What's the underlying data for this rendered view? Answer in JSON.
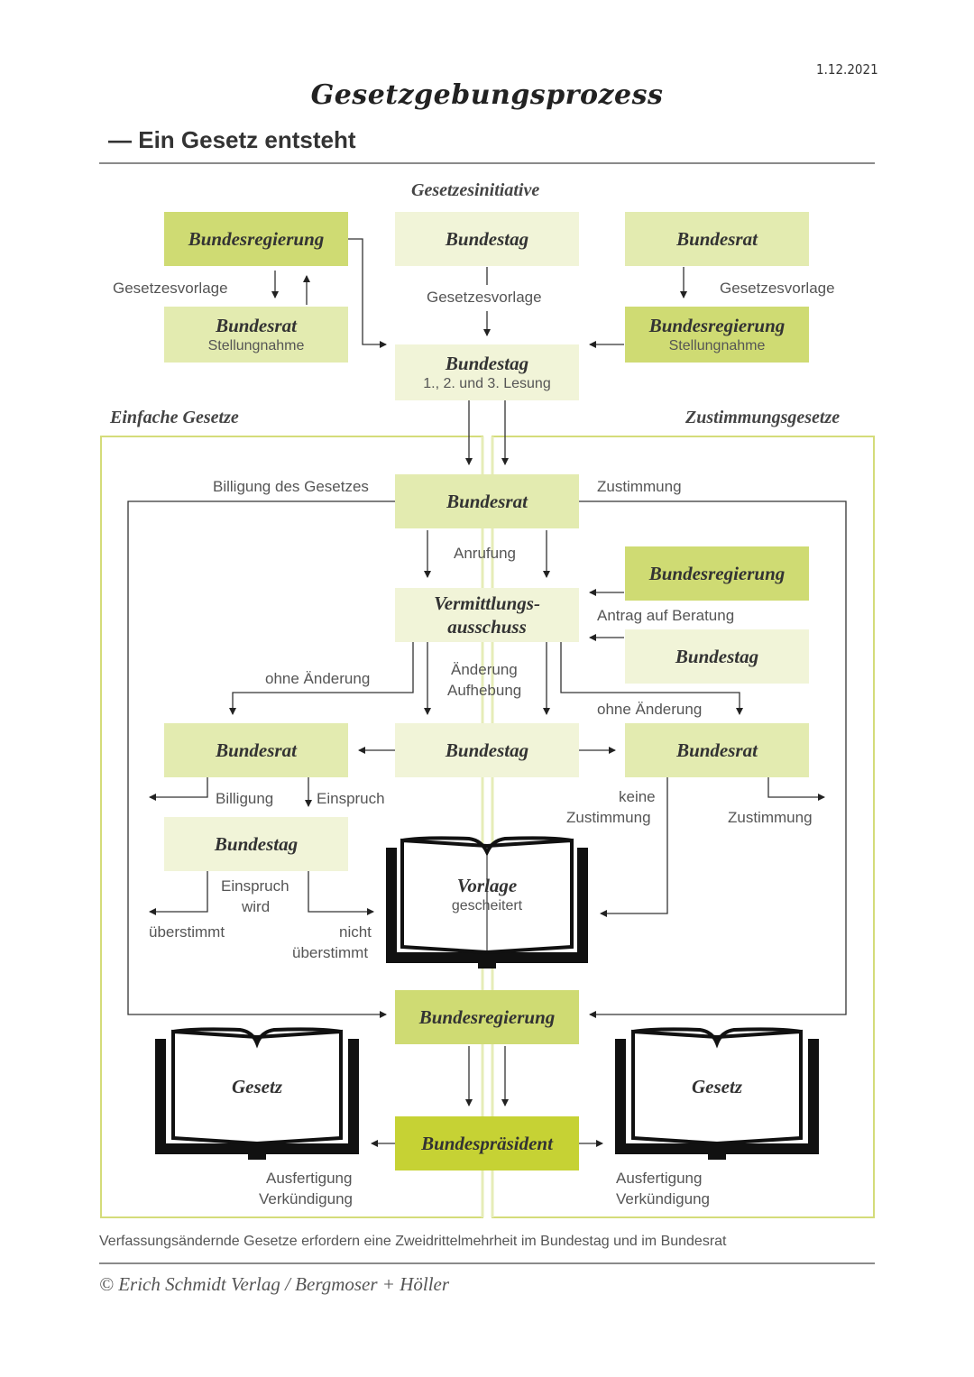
{
  "date": "1.12.2021",
  "title": "Gesetzgebungsprozess",
  "subtitle": "— Ein Gesetz entsteht",
  "sections": {
    "initiative": "Gesetzesinitiative",
    "simple": "Einfache Gesetze",
    "consent": "Zustimmungsgesetze"
  },
  "nodes": {
    "breg_top": {
      "title": "Bundesregierung"
    },
    "btag_top": {
      "title": "Bundestag"
    },
    "brat_top": {
      "title": "Bundesrat"
    },
    "brat_opinion": {
      "title": "Bundesrat",
      "sub": "Stellungnahme"
    },
    "breg_opinion": {
      "title": "Bundesregierung",
      "sub": "Stellungnahme"
    },
    "btag_reading": {
      "title": "Bundestag",
      "sub": "1., 2. und 3. Lesung"
    },
    "brat_main": {
      "title": "Bundesrat"
    },
    "breg_request": {
      "title": "Bundesregierung"
    },
    "vermittlung": {
      "title1": "Vermittlungs-",
      "title2": "ausschuss"
    },
    "btag_request": {
      "title": "Bundestag"
    },
    "brat_left": {
      "title": "Bundesrat"
    },
    "btag_mid": {
      "title": "Bundestag"
    },
    "brat_right": {
      "title": "Bundesrat"
    },
    "btag_left": {
      "title": "Bundestag"
    },
    "vorlage": {
      "title": "Vorlage",
      "sub": "gescheitert"
    },
    "breg_bottom": {
      "title": "Bundesregierung"
    },
    "gesetz_left": {
      "title": "Gesetz"
    },
    "gesetz_right": {
      "title": "Gesetz"
    },
    "bpraes": {
      "title": "Bundespräsident"
    }
  },
  "labels": {
    "vorlage_left": "Gesetzesvorlage",
    "vorlage_mid": "Gesetzesvorlage",
    "vorlage_right": "Gesetzesvorlage",
    "billigung_gesetz": "Billigung des Gesetzes",
    "zustimmung_top": "Zustimmung",
    "anrufung": "Anrufung",
    "antrag": "Antrag auf Beratung",
    "ohne_aenderung_left": "ohne Änderung",
    "aenderung": "Änderung",
    "aufhebung": "Aufhebung",
    "ohne_aenderung_right": "ohne Änderung",
    "billigung": "Billigung",
    "einspruch": "Einspruch",
    "keine": "keine",
    "zustimmung_kz": "Zustimmung",
    "zustimmung_right": "Zustimmung",
    "einspruch2": "Einspruch",
    "wird": "wird",
    "ueberstimmt": "überstimmt",
    "nicht": "nicht",
    "nicht_ueberstimmt": "überstimmt",
    "ausfertigung_l": "Ausfertigung",
    "verkuendigung_l": "Verkündigung",
    "ausfertigung_r": "Ausfertigung",
    "verkuendigung_r": "Verkündigung"
  },
  "footnote": "Verfassungsändernde Gesetze erfordern eine Zweidrittelmehrheit im Bundestag und im Bundesrat",
  "copyright": "© Erich Schmidt Verlag / Bergmoser + Höller",
  "colors": {
    "c1": "#f1f4d8",
    "c2": "#e3ebb0",
    "c3": "#cfdb73",
    "c4": "#c6d234",
    "frame": "#d4dc7a"
  }
}
